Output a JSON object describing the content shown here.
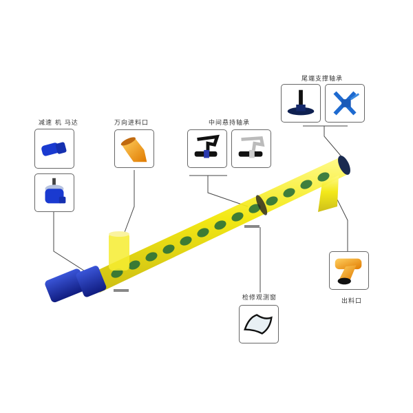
{
  "components": {
    "motor": {
      "label": "减速 机 马达"
    },
    "inlet": {
      "label": "万向进料口"
    },
    "hanger_bearing": {
      "label": "中间悬持轴承"
    },
    "tail_bearing": {
      "label": "尾端支撑轴承"
    },
    "inspection_window": {
      "label": "检修观测窗"
    },
    "outlet": {
      "label": "出料口"
    }
  },
  "colors": {
    "tube_yellow": "#f2e600",
    "screw_green": "#1f6b3a",
    "motor_blue": "#1a2fa0",
    "inlet_orange": "#f0a020",
    "leader_line": "#444444"
  }
}
